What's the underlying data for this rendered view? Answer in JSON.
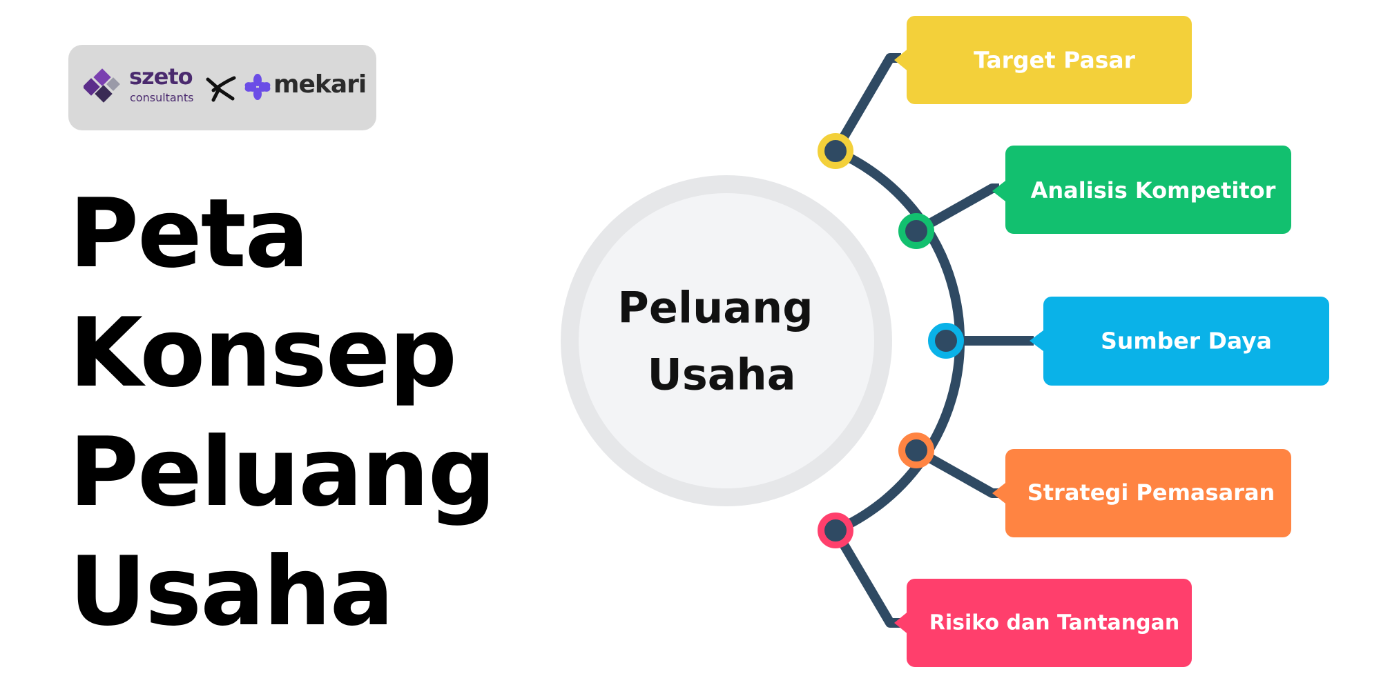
{
  "logos": {
    "szeto_name": "szeto",
    "szeto_sub": "consultants",
    "mekari_name": "mekari",
    "szeto_color": "#4a2a6e",
    "mekari_accent": "#6b4de6"
  },
  "title_lines": [
    "Peta",
    "Konsep",
    "Peluang",
    "Usaha"
  ],
  "hub": {
    "lines": [
      "Peluang",
      "Usaha"
    ],
    "fill": "#f3f4f6",
    "ring": "#e6e7e9"
  },
  "connector_color": "#2f4a63",
  "branches": [
    {
      "label": "Target Pasar",
      "color": "#f3d03a"
    },
    {
      "label": "Analisis Kompetitor",
      "color": "#12c06f"
    },
    {
      "label": "Sumber Daya",
      "color": "#0ab2e8"
    },
    {
      "label": "Strategi Pemasaran",
      "color": "#ff8442"
    },
    {
      "label": "Risiko dan Tantangan",
      "color": "#ff3f6c"
    }
  ]
}
